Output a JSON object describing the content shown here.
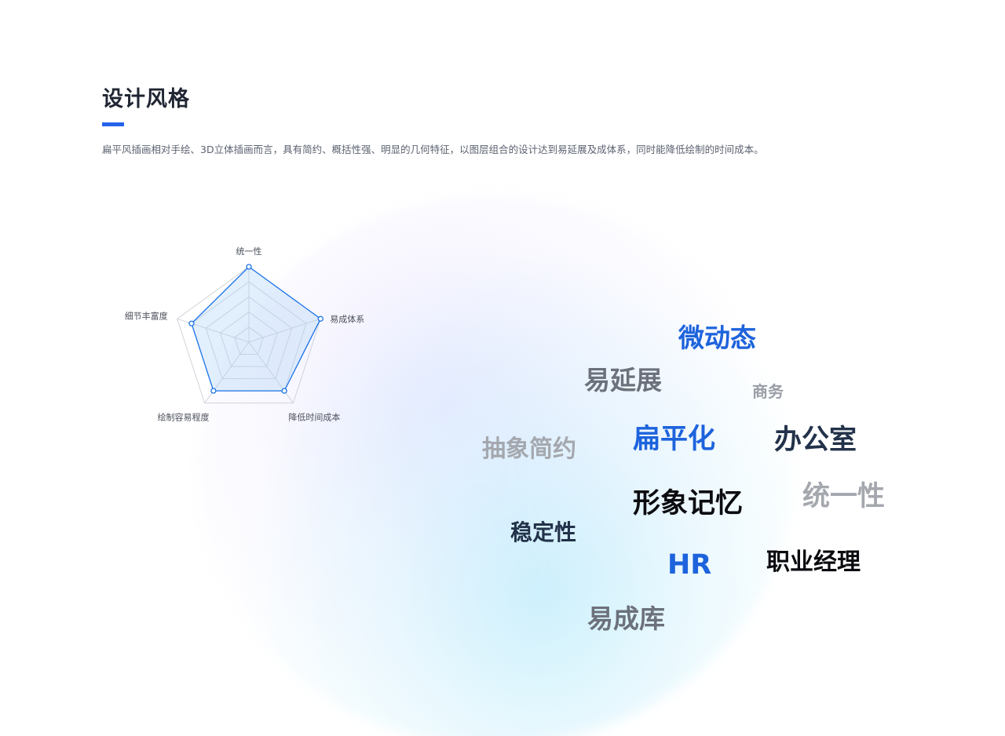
{
  "header": {
    "title": "设计风格",
    "description": "扁平风插画相对手绘、3D立体插画而言，具有简约、概括性强、明显的几何特征，以图层组合的设计达到易延展及成体系，同时能降低绘制的时间成本。"
  },
  "chart_data": {
    "type": "radar",
    "axes": [
      "统一性",
      "易成体系",
      "降低时间成本",
      "绘制容易程度",
      "细节丰富度"
    ],
    "values": [
      5,
      5,
      4,
      4,
      4
    ],
    "max": 5,
    "levels": 5,
    "colors": {
      "stroke": "#1a73e8",
      "fill": "rgba(173,210,245,0.35)",
      "grid": "#cfd3da",
      "marker_fill": "#ffffff"
    }
  },
  "word_cloud": {
    "words": [
      {
        "text": "微动态",
        "color": "#1d63dc"
      },
      {
        "text": "易延展",
        "color": "#6c717b"
      },
      {
        "text": "商务",
        "color": "#9a9ea6"
      },
      {
        "text": "抽象简约",
        "color": "#a4a8ae"
      },
      {
        "text": "扁平化",
        "color": "#1d63dc"
      },
      {
        "text": "办公室",
        "color": "#22324a"
      },
      {
        "text": "形象记忆",
        "color": "#0c0c10"
      },
      {
        "text": "统一性",
        "color": "#a4a8ae"
      },
      {
        "text": "稳定性",
        "color": "#22324a"
      },
      {
        "text": "HR",
        "color": "#1d63dc"
      },
      {
        "text": "职业经理",
        "color": "#0c0c10"
      },
      {
        "text": "易成库",
        "color": "#6c717b"
      }
    ]
  }
}
